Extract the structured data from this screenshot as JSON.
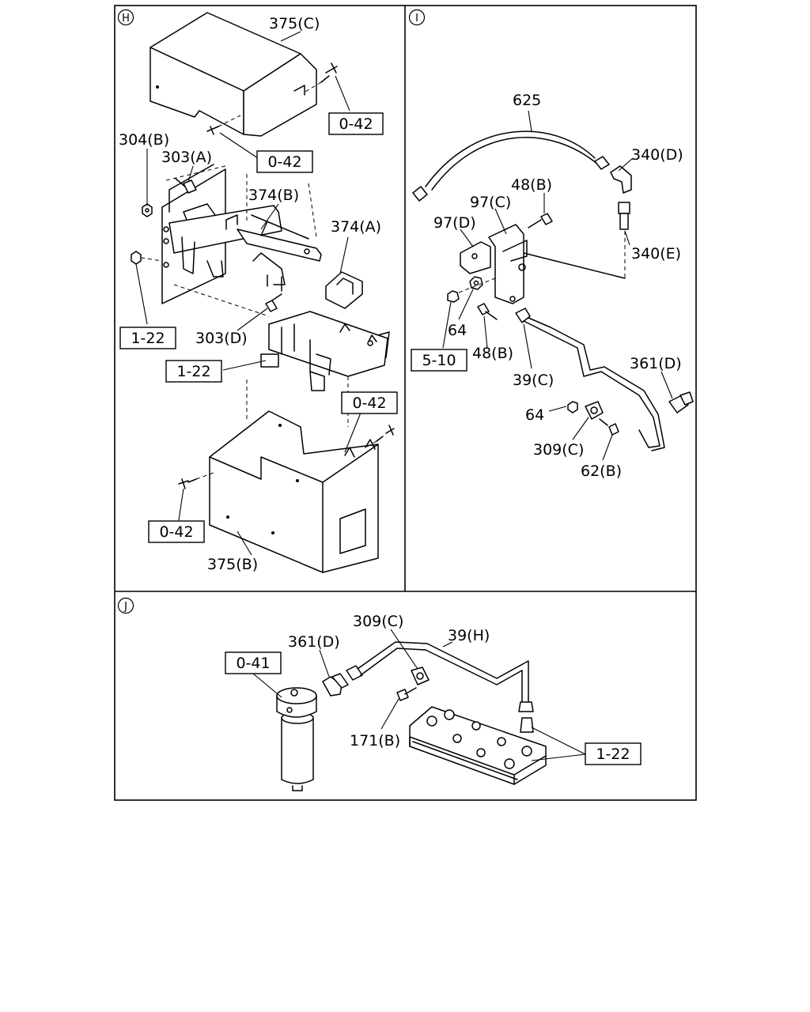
{
  "sections": {
    "h": {
      "marker": "H",
      "labels": {
        "cover_c": "375(C)",
        "nut_304b": "304(B)",
        "bolt_303a": "303(A)",
        "bracket_374b": "374(B)",
        "bracket_374a": "374(A)",
        "bolt_303d": "303(D)",
        "cover_b": "375(B)"
      },
      "refs": {
        "ref_042_top": "0-42",
        "ref_042_mid": "0-42",
        "ref_122_left": "1-22",
        "ref_122_mid": "1-22",
        "ref_042_right": "0-42",
        "ref_042_bottom": "0-42"
      }
    },
    "i": {
      "marker": "I",
      "labels": {
        "hose_625": "625",
        "elbow_340d": "340(D)",
        "bolt_48b_top": "48(B)",
        "bracket_97c": "97(C)",
        "bracket_97d": "97(D)",
        "connector_340e": "340(E)",
        "nut_64_upper": "64",
        "bolt_48b_lower": "48(B)",
        "pipe_39c": "39(C)",
        "union_361d": "361(D)",
        "nut_64_lower": "64",
        "clip_309c": "309(C)",
        "bolt_62b": "62(B)"
      },
      "refs": {
        "ref_510": "5-10"
      }
    },
    "j": {
      "marker": "J",
      "labels": {
        "clip_309c": "309(C)",
        "union_361d": "361(D)",
        "pipe_39h": "39(H)",
        "bolt_171b": "171(B)"
      },
      "refs": {
        "ref_041": "0-41",
        "ref_122": "1-22"
      }
    }
  }
}
